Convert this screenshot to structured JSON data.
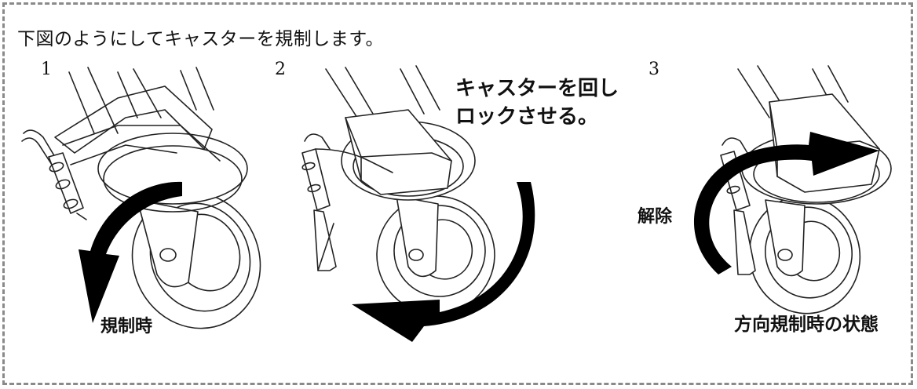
{
  "intro_text": "下図のようにしてキャスターを規制します。",
  "steps": [
    {
      "number": "1",
      "caption": "規制時"
    },
    {
      "number": "2",
      "caption_line1": "キャスターを回し",
      "caption_line2": "ロックさせる。"
    },
    {
      "number": "3",
      "label_release": "解除",
      "caption": "方向規制時の状態"
    }
  ]
}
